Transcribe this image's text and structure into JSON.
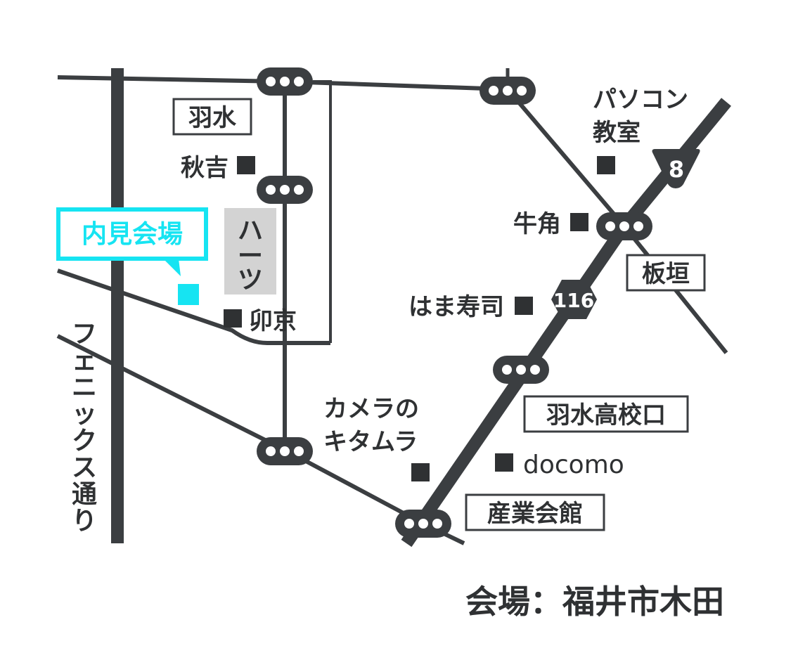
{
  "map": {
    "caption": "会場：福井市木田",
    "venue_label": "内見会場",
    "street_label": "フェニックス通り",
    "building_label": "ハーツ",
    "colors": {
      "road": "#3b3e41",
      "text": "#2f3133",
      "venue_accent": "#16e4f2",
      "building_fill": "#d3d3d3"
    },
    "districts": [
      {
        "id": "hamizu",
        "label": "羽水"
      },
      {
        "id": "itagaki",
        "label": "板垣"
      },
      {
        "id": "hamizu-koko",
        "label": "羽水高校口"
      },
      {
        "id": "sangyo",
        "label": "産業会館"
      }
    ],
    "landmarks": [
      {
        "id": "akiyoshi",
        "label": "秋吉"
      },
      {
        "id": "ukyo",
        "label": "卯京"
      },
      {
        "id": "pc1",
        "label": "パソコン"
      },
      {
        "id": "pc2",
        "label": "教室"
      },
      {
        "id": "gyukaku",
        "label": "牛角"
      },
      {
        "id": "hamazushi",
        "label": "はま寿司"
      },
      {
        "id": "camera1",
        "label": "カメラの"
      },
      {
        "id": "camera2",
        "label": "キタムラ"
      },
      {
        "id": "docomo",
        "label": "docomo"
      }
    ],
    "route_shields": [
      {
        "id": "r8",
        "label": "8",
        "icon": "national-route-shield-icon"
      },
      {
        "id": "r116",
        "label": "116",
        "icon": "prefectural-route-shield-icon"
      }
    ],
    "signal_icon": "traffic-signal-icon"
  }
}
